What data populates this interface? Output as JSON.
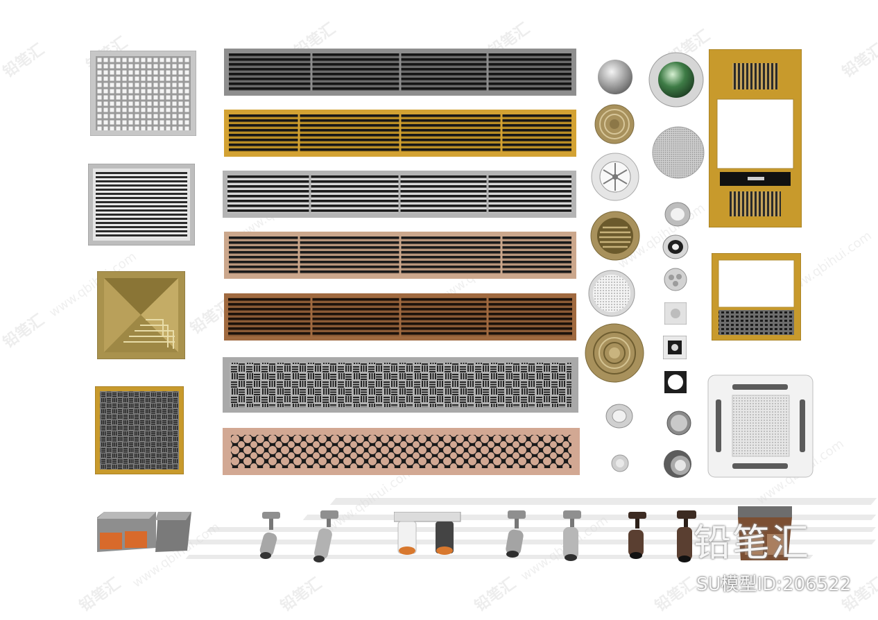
{
  "watermark": {
    "brand_text": "铅笔汇",
    "url_text": "www.qbihui.com",
    "model_id_label": "SU模型ID:206522"
  },
  "colors": {
    "silver": "#b9b9b9",
    "dark_gray": "#8e8e8e",
    "gold": "#c89a2c",
    "bronze": "#a8915c",
    "brown": "#8a5a35",
    "rose": "#c9a58a",
    "slot": "#1d1d1d",
    "light_panel": "#f2f2f2"
  }
}
